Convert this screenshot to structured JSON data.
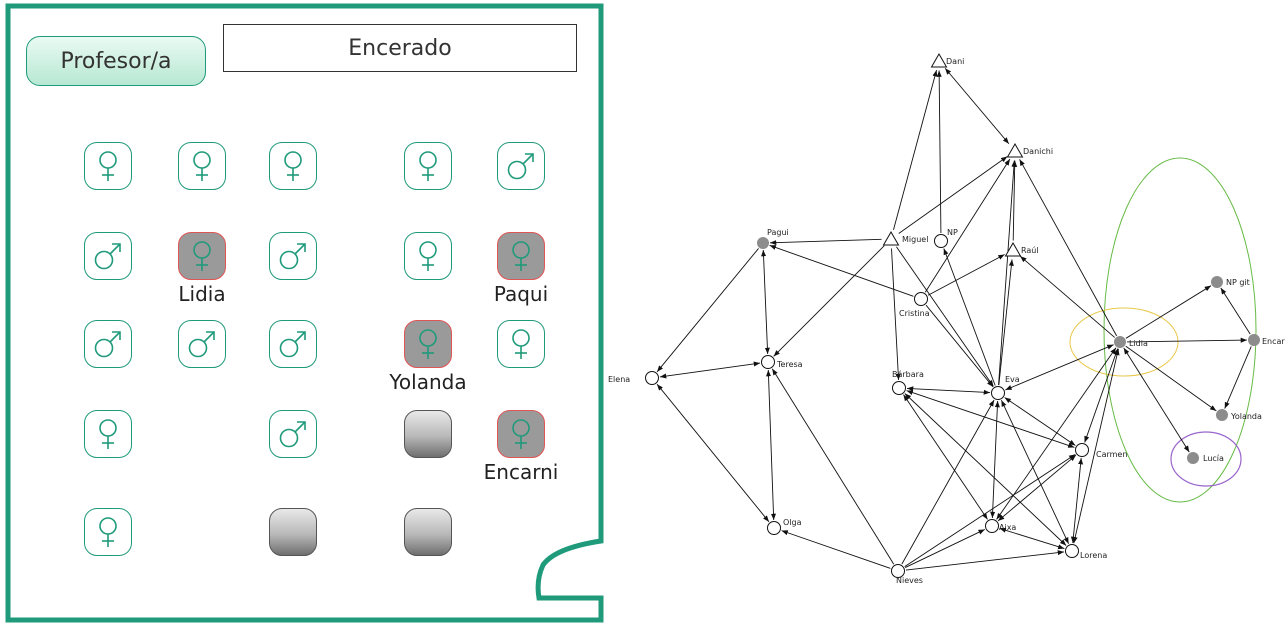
{
  "classroom": {
    "teacher_label": "Profesor/a",
    "board_label": "Encerado",
    "accent_color": "#1f9a7a",
    "highlight_border_color": "#e05555",
    "seats": [
      {
        "type": "female",
        "highlight": false,
        "label": ""
      },
      {
        "type": "female",
        "highlight": false,
        "label": ""
      },
      {
        "type": "female",
        "highlight": false,
        "label": ""
      },
      {
        "type": "female",
        "highlight": false,
        "label": ""
      },
      {
        "type": "male",
        "highlight": false,
        "label": ""
      },
      {
        "type": "male",
        "highlight": false,
        "label": ""
      },
      {
        "type": "female",
        "highlight": true,
        "label": "Lidia"
      },
      {
        "type": "male",
        "highlight": false,
        "label": ""
      },
      {
        "type": "female",
        "highlight": false,
        "label": ""
      },
      {
        "type": "female",
        "highlight": true,
        "label": "Paqui"
      },
      {
        "type": "male",
        "highlight": false,
        "label": ""
      },
      {
        "type": "male",
        "highlight": false,
        "label": ""
      },
      {
        "type": "male",
        "highlight": false,
        "label": ""
      },
      {
        "type": "female",
        "highlight": true,
        "label": "Yolanda"
      },
      {
        "type": "female",
        "highlight": false,
        "label": ""
      },
      {
        "type": "female",
        "highlight": false,
        "label": ""
      },
      {
        "type": "male",
        "highlight": false,
        "label": ""
      },
      {
        "type": "empty",
        "highlight": false,
        "label": ""
      },
      {
        "type": "female",
        "highlight": true,
        "label": "Encarni"
      },
      {
        "type": "female",
        "highlight": false,
        "label": ""
      },
      {
        "type": "empty",
        "highlight": false,
        "label": ""
      },
      {
        "type": "empty",
        "highlight": false,
        "label": ""
      }
    ]
  },
  "sociogram": {
    "nodes": [
      {
        "id": "dani",
        "label": "Dani",
        "shape": "triangle"
      },
      {
        "id": "danichi",
        "label": "Danichi",
        "shape": "triangle"
      },
      {
        "id": "miguel",
        "label": "Miguel",
        "shape": "triangle"
      },
      {
        "id": "raul",
        "label": "Raúl",
        "shape": "triangle"
      },
      {
        "id": "np",
        "label": "NP",
        "shape": "circle"
      },
      {
        "id": "pagui",
        "label": "Pagui",
        "shape": "filled"
      },
      {
        "id": "cristina",
        "label": "Cristina",
        "shape": "circle"
      },
      {
        "id": "teresa",
        "label": "Teresa",
        "shape": "circle"
      },
      {
        "id": "elena",
        "label": "Elena",
        "shape": "circle"
      },
      {
        "id": "barbara",
        "label": "Bárbara",
        "shape": "circle"
      },
      {
        "id": "eva",
        "label": "Eva",
        "shape": "circle"
      },
      {
        "id": "lidia",
        "label": "Lidia",
        "shape": "filled"
      },
      {
        "id": "npgit",
        "label": "NP git",
        "shape": "filled"
      },
      {
        "id": "encar",
        "label": "Encar",
        "shape": "filled"
      },
      {
        "id": "yolanda",
        "label": "Yolanda",
        "shape": "filled"
      },
      {
        "id": "lucia",
        "label": "Lucía",
        "shape": "filled"
      },
      {
        "id": "carmen",
        "label": "Carmen",
        "shape": "circle"
      },
      {
        "id": "olga",
        "label": "Olga",
        "shape": "circle"
      },
      {
        "id": "aixa",
        "label": "Aixa",
        "shape": "circle"
      },
      {
        "id": "lorena",
        "label": "Lorena",
        "shape": "circle"
      },
      {
        "id": "nieves",
        "label": "Nieves",
        "shape": "circle"
      }
    ],
    "edges": [
      [
        "dani",
        "danichi",
        true
      ],
      [
        "miguel",
        "dani",
        false
      ],
      [
        "np",
        "dani",
        false
      ],
      [
        "miguel",
        "danichi",
        false
      ],
      [
        "miguel",
        "pagui",
        false
      ],
      [
        "miguel",
        "teresa",
        false
      ],
      [
        "miguel",
        "barbara",
        false
      ],
      [
        "miguel",
        "eva",
        false
      ],
      [
        "cristina",
        "danichi",
        false
      ],
      [
        "cristina",
        "raul",
        false
      ],
      [
        "cristina",
        "pagui",
        false
      ],
      [
        "cristina",
        "eva",
        false
      ],
      [
        "eva",
        "danichi",
        false
      ],
      [
        "eva",
        "raul",
        false
      ],
      [
        "eva",
        "np",
        false
      ],
      [
        "eva",
        "lidia",
        true
      ],
      [
        "eva",
        "carmen",
        true
      ],
      [
        "eva",
        "aixa",
        true
      ],
      [
        "eva",
        "lorena",
        true
      ],
      [
        "raul",
        "danichi",
        false
      ],
      [
        "lidia",
        "danichi",
        false
      ],
      [
        "lidia",
        "raul",
        false
      ],
      [
        "lidia",
        "npgit",
        false
      ],
      [
        "lidia",
        "encar",
        false
      ],
      [
        "lidia",
        "yolanda",
        false
      ],
      [
        "lidia",
        "lucia",
        true
      ],
      [
        "lidia",
        "carmen",
        true
      ],
      [
        "lidia",
        "aixa",
        true
      ],
      [
        "lidia",
        "lorena",
        true
      ],
      [
        "encar",
        "npgit",
        false
      ],
      [
        "encar",
        "yolanda",
        false
      ],
      [
        "pagui",
        "teresa",
        true
      ],
      [
        "pagui",
        "elena",
        false
      ],
      [
        "elena",
        "teresa",
        true
      ],
      [
        "elena",
        "olga",
        true
      ],
      [
        "teresa",
        "olga",
        true
      ],
      [
        "barbara",
        "eva",
        true
      ],
      [
        "barbara",
        "carmen",
        true
      ],
      [
        "barbara",
        "aixa",
        true
      ],
      [
        "barbara",
        "lorena",
        true
      ],
      [
        "carmen",
        "aixa",
        true
      ],
      [
        "carmen",
        "lorena",
        true
      ],
      [
        "aixa",
        "lorena",
        true
      ],
      [
        "nieves",
        "olga",
        false
      ],
      [
        "nieves",
        "teresa",
        false
      ],
      [
        "nieves",
        "aixa",
        false
      ],
      [
        "nieves",
        "lorena",
        false
      ],
      [
        "nieves",
        "eva",
        false
      ],
      [
        "nieves",
        "carmen",
        false
      ]
    ]
  }
}
